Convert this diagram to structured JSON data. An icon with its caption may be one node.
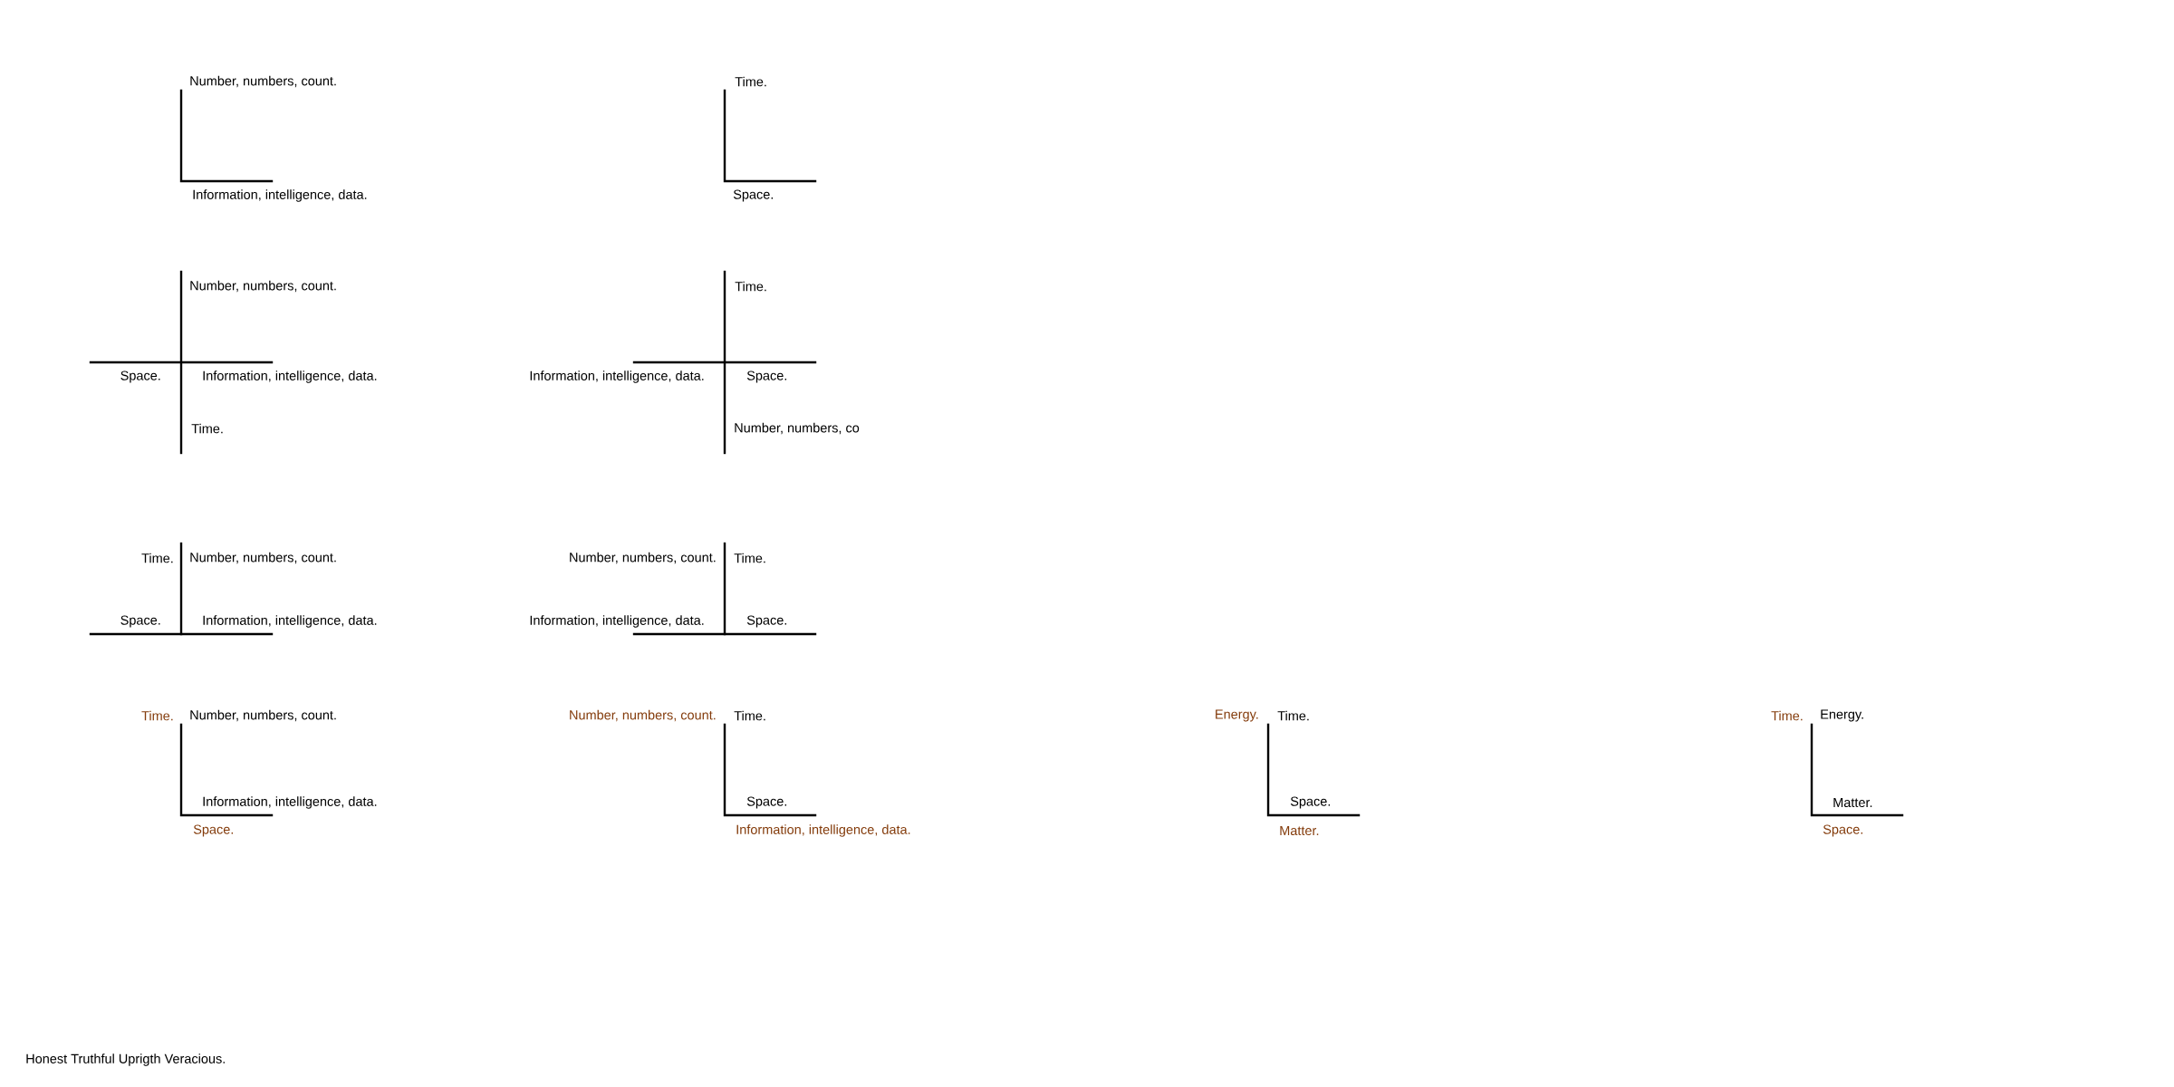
{
  "diagram": {
    "labels": [
      "Number, numbers, count.",
      "Time.",
      "Information, intelligence, data.",
      "Space.",
      "Number, numbers, count.",
      "Time.",
      "Space.",
      "Information, intelligence, data.",
      "Information, intelligence, data.",
      "Space.",
      "Time.",
      "Number, numbers, co",
      "Time.",
      "Number, numbers, count.",
      "Number, numbers, count.",
      "Time.",
      "Space.",
      "Information, intelligence, data.",
      "Information, intelligence, data.",
      "Space.",
      "Time.",
      "Number, numbers, count.",
      "Number, numbers, count.",
      "Time.",
      "Energy.",
      "Time.",
      "Time.",
      "Energy.",
      "Information, intelligence, data.",
      "Space.",
      "Space.",
      "Matter.",
      "Space.",
      "Information, intelligence, data.",
      "Matter.",
      "Space.",
      "Honest Truthful Uprigth Veracious."
    ]
  }
}
